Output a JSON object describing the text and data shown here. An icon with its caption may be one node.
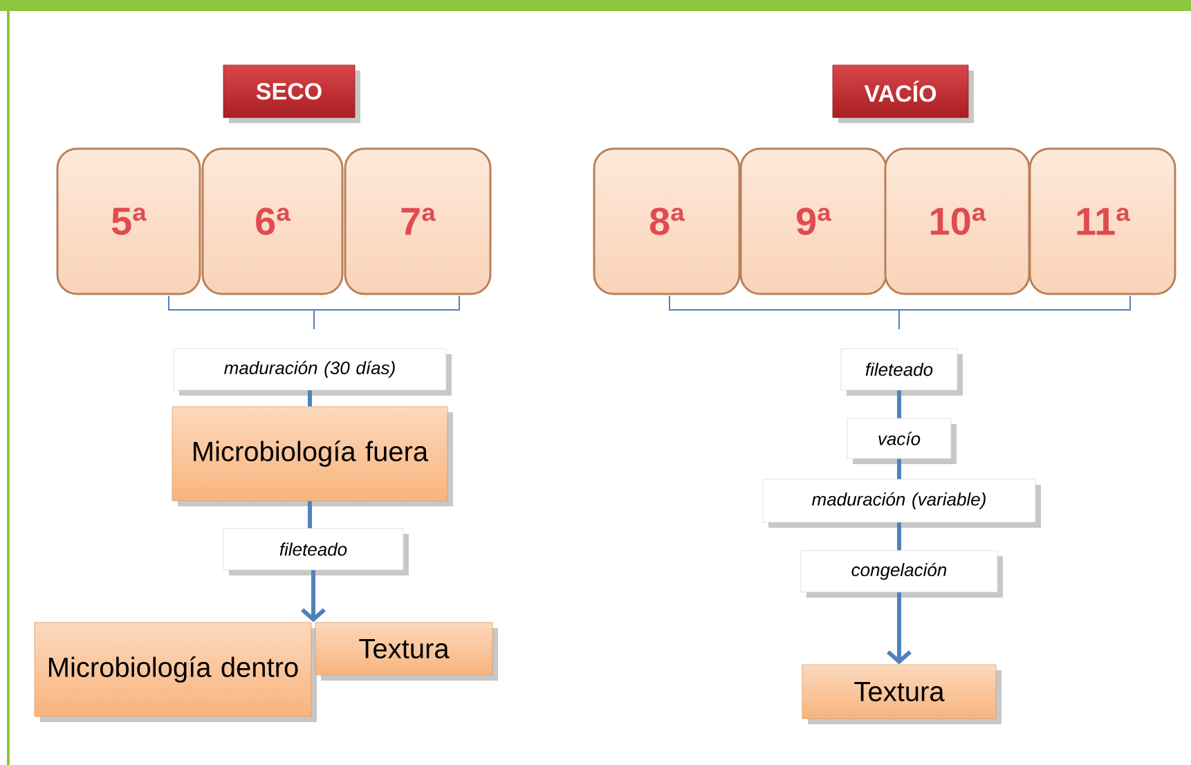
{
  "diagram": {
    "nodes": [
      {
        "text": [
          "SECO"
        ]
      },
      {
        "text": [
          "5ª"
        ]
      },
      {
        "text": [
          "6ª"
        ]
      },
      {
        "text": [
          "7ª"
        ]
      },
      {
        "text": [
          "maduración (30 días)"
        ]
      },
      {
        "text": [
          "Microbiología fuera"
        ]
      },
      {
        "text": [
          "fileteado"
        ]
      },
      {
        "text": [
          "Microbiología dentro"
        ]
      },
      {
        "text": [
          "Textura"
        ]
      },
      {
        "text": [
          "VACÍO"
        ]
      },
      {
        "text": [
          "8ª"
        ]
      },
      {
        "text": [
          "9ª"
        ]
      },
      {
        "text": [
          "10ª"
        ]
      },
      {
        "text": [
          "11ª"
        ]
      },
      {
        "text": [
          "fileteado"
        ]
      },
      {
        "text": [
          "vacío"
        ]
      },
      {
        "text": [
          "maduración (variable)"
        ]
      },
      {
        "text": [
          "congelación"
        ]
      },
      {
        "text": [
          "Textura"
        ]
      }
    ],
    "edges": [
      {
        "from": 4,
        "to": 5,
        "arrow": "none"
      },
      {
        "from": 5,
        "to": 6,
        "arrow": "none"
      },
      {
        "from": 6,
        "to": 7,
        "arrow": "to"
      },
      {
        "from": 6,
        "to": 8,
        "arrow": "to"
      },
      {
        "from": 14,
        "to": 15,
        "arrow": "none"
      },
      {
        "from": 15,
        "to": 16,
        "arrow": "none"
      },
      {
        "from": 16,
        "to": 17,
        "arrow": "none"
      },
      {
        "from": 17,
        "to": 18,
        "arrow": "to"
      }
    ]
  }
}
